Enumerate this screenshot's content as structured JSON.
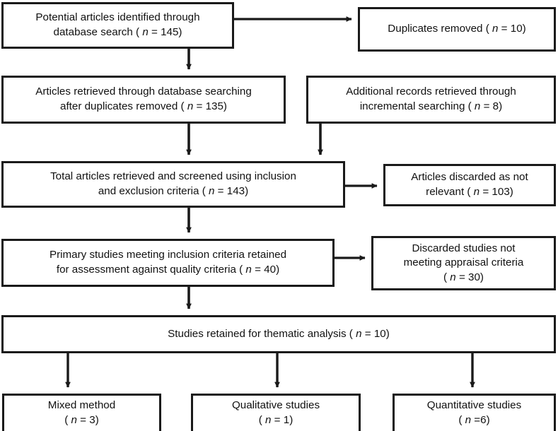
{
  "diagram": {
    "type": "prisma-flow-diagram",
    "title": "",
    "line_color": "#1a1a1a",
    "box_fill": "#ffffff",
    "text_color": "#111111",
    "nodes": {
      "identified": "Potential articles identified through\ndatabase search ( n = 145)",
      "duplicates": "Duplicates removed ( n = 10)",
      "retrieved": "Articles retrieved through database searching\nafter duplicates removed ( n = 135)",
      "additional": "Additional records retrieved through\nincremental searching ( n = 8)",
      "screened": "Total articles retrieved and screened using inclusion\nand exclusion criteria ( n = 143)",
      "not_relevant": "Articles discarded as not\nrelevant ( n = 103)",
      "primary": "Primary studies meeting inclusion criteria retained\nfor assessment against quality criteria ( n = 40)",
      "discarded": "Discarded studies not\nmeeting appraisal criteria\n( n = 30)",
      "thematic": "Studies retained for thematic analysis ( n = 10)",
      "mixed": "Mixed method\n( n = 3)",
      "qualitative": "Qualitative studies\n( n = 1)",
      "quantitative": "Quantitative studies\n( n =6)"
    },
    "counts": {
      "identified": 145,
      "duplicates_removed": 10,
      "retrieved_after_duplicates": 135,
      "additional_records": 8,
      "total_screened": 143,
      "discarded_not_relevant": 103,
      "primary_studies": 40,
      "discarded_appraisal": 30,
      "retained_thematic": 10,
      "mixed_method": 3,
      "qualitative_studies": 1,
      "quantitative_studies": 6
    },
    "edges": [
      {
        "from": "identified",
        "to": "duplicates",
        "direction": "right"
      },
      {
        "from": "identified",
        "to": "retrieved",
        "direction": "down"
      },
      {
        "from": "retrieved",
        "to": "screened",
        "direction": "down"
      },
      {
        "from": "additional",
        "to": "screened",
        "direction": "down"
      },
      {
        "from": "screened",
        "to": "not_relevant",
        "direction": "right"
      },
      {
        "from": "screened",
        "to": "primary",
        "direction": "down"
      },
      {
        "from": "primary",
        "to": "discarded",
        "direction": "right"
      },
      {
        "from": "primary",
        "to": "thematic",
        "direction": "down"
      },
      {
        "from": "thematic",
        "to": "mixed",
        "direction": "down"
      },
      {
        "from": "thematic",
        "to": "qualitative",
        "direction": "down"
      },
      {
        "from": "thematic",
        "to": "quantitative",
        "direction": "down"
      }
    ]
  }
}
